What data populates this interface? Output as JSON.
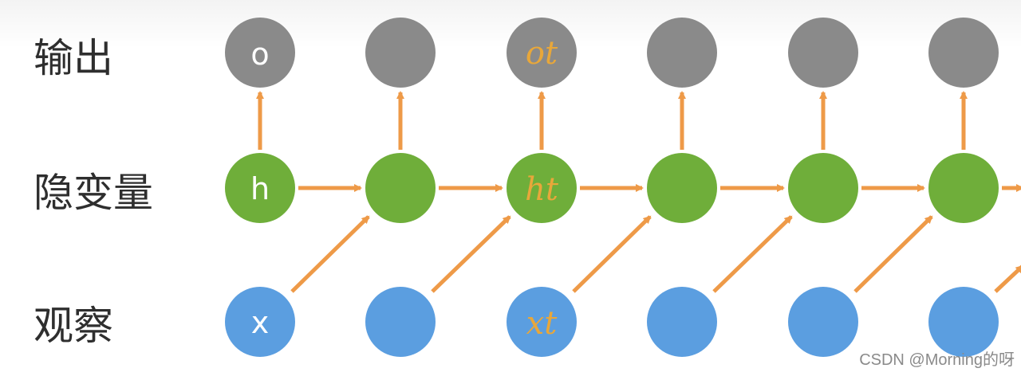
{
  "rows": {
    "output": "输出",
    "hidden": "隐变量",
    "observation": "观察"
  },
  "nodes": {
    "output_first": "o",
    "hidden_first": "h",
    "input_first": "x",
    "output_t": "ot",
    "hidden_t": "ht",
    "input_t": "xt"
  },
  "colors": {
    "output": "#8a8a8a",
    "hidden": "#6fae3a",
    "input": "#5b9ee0",
    "arrow": "#ee9a48",
    "handwriting": "#e8a73a"
  },
  "watermark": "CSDN @Morning的呀"
}
